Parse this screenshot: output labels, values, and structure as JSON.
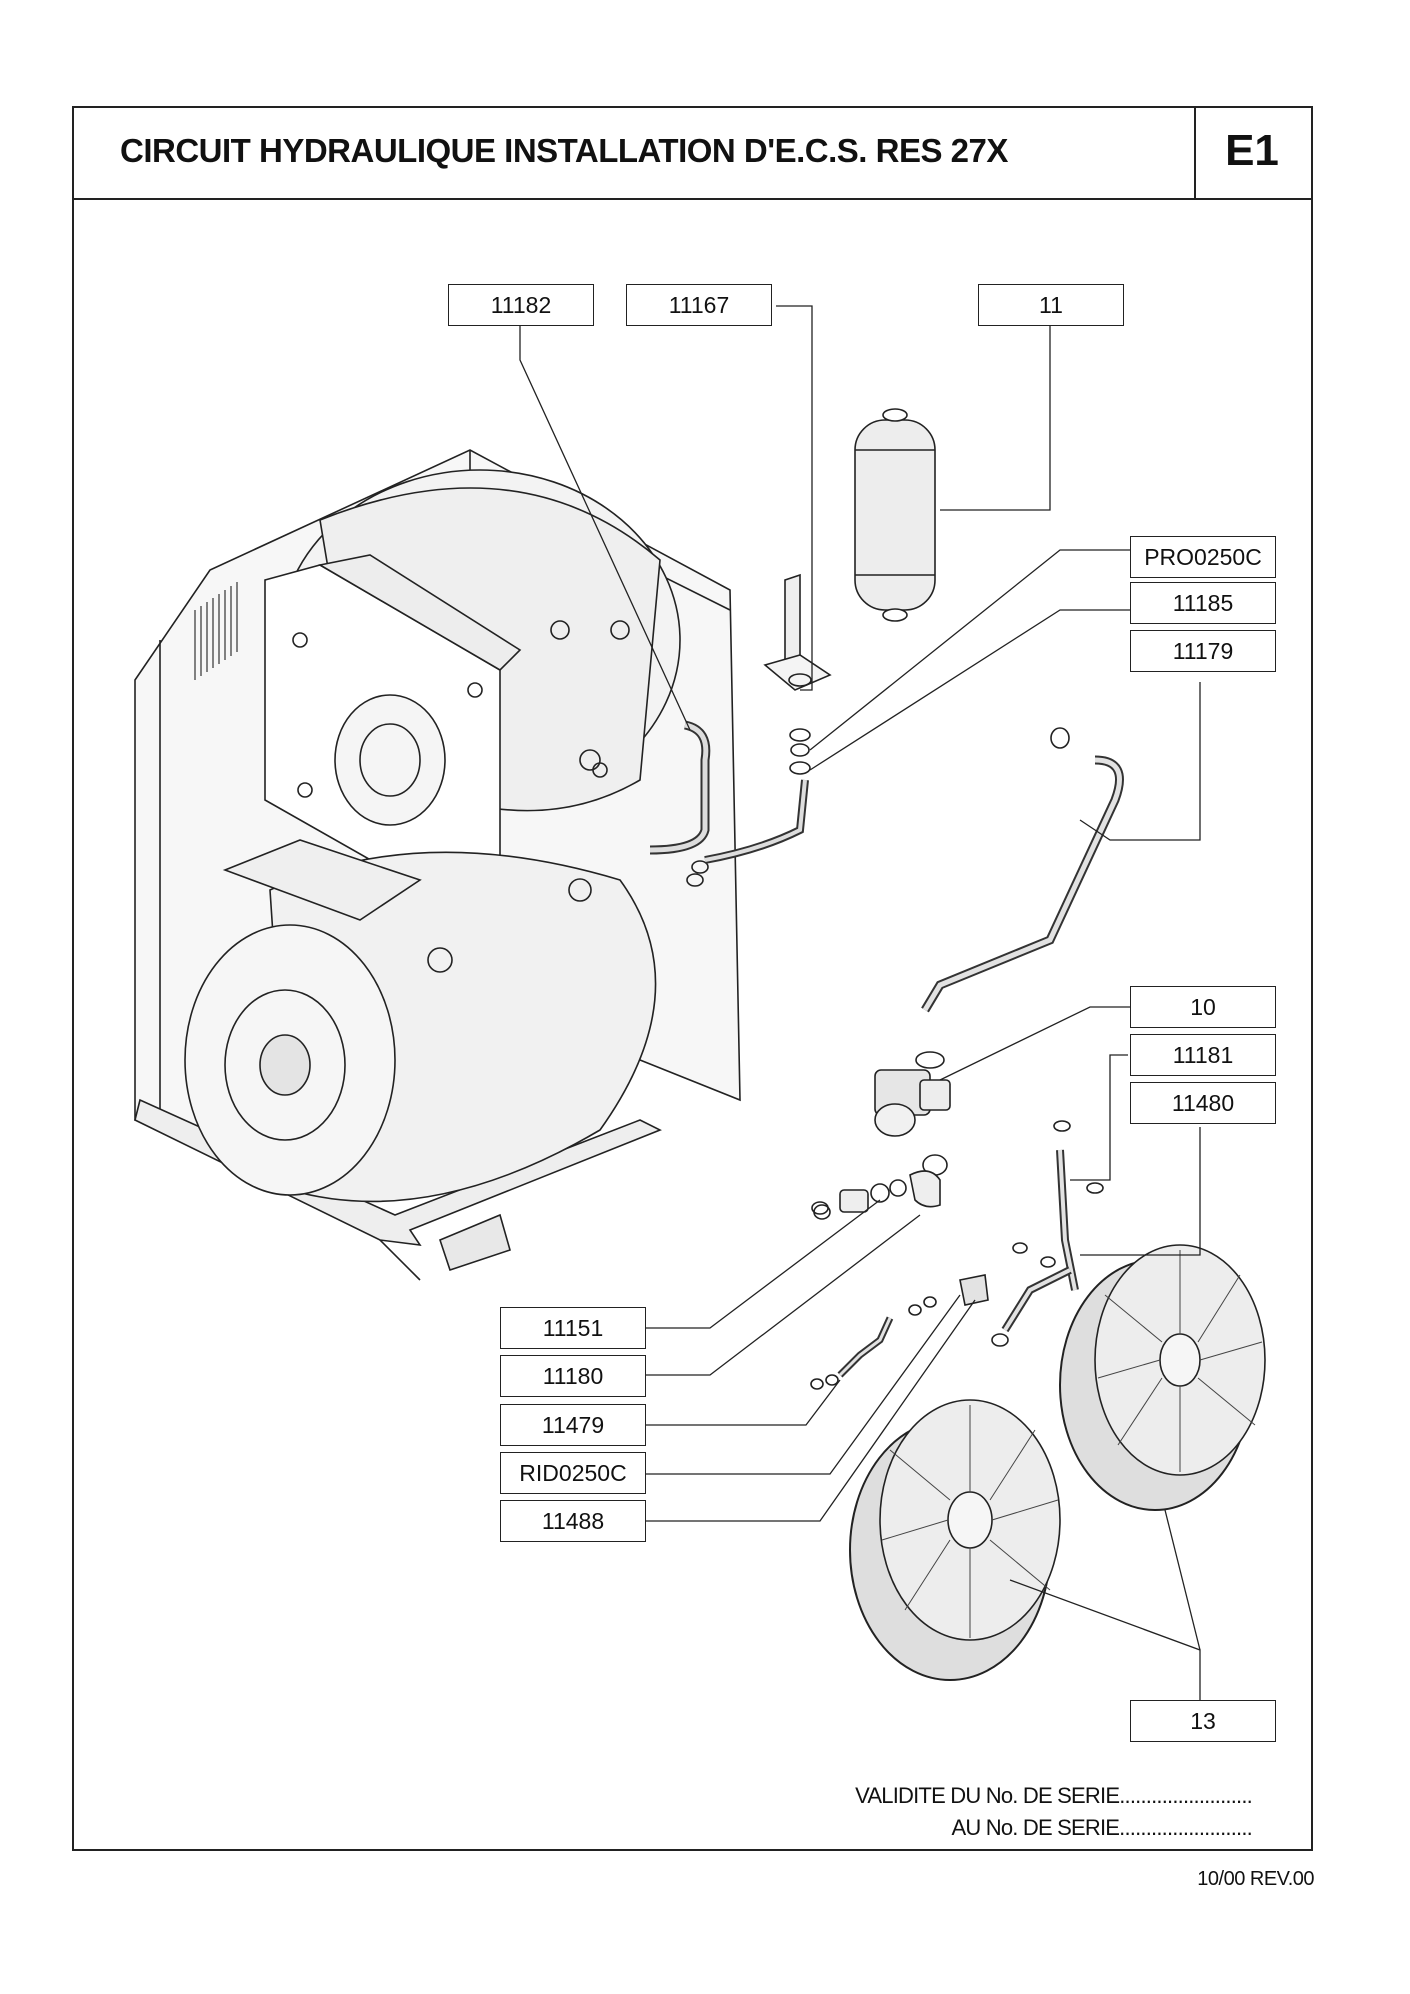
{
  "header": {
    "title": "CIRCUIT HYDRAULIQUE INSTALLATION D'E.C.S. RES 27X",
    "code": "E1"
  },
  "labels": {
    "l11182": "11182",
    "l11167": "11167",
    "l11": "11",
    "lPRO0250C": "PRO0250C",
    "l11185": "11185",
    "l11179": "11179",
    "l10": "10",
    "l11181": "11181",
    "l11480": "11480",
    "l11151": "11151",
    "l11180": "11180",
    "l11479": "11479",
    "lRID0250C": "RID0250C",
    "l11488": "11488",
    "l13": "13"
  },
  "footer": {
    "validity_line1": "VALIDITE DU No. DE SERIE.........................",
    "validity_line2": "AU No. DE SERIE.........................",
    "revision": "10/00  REV.00"
  }
}
